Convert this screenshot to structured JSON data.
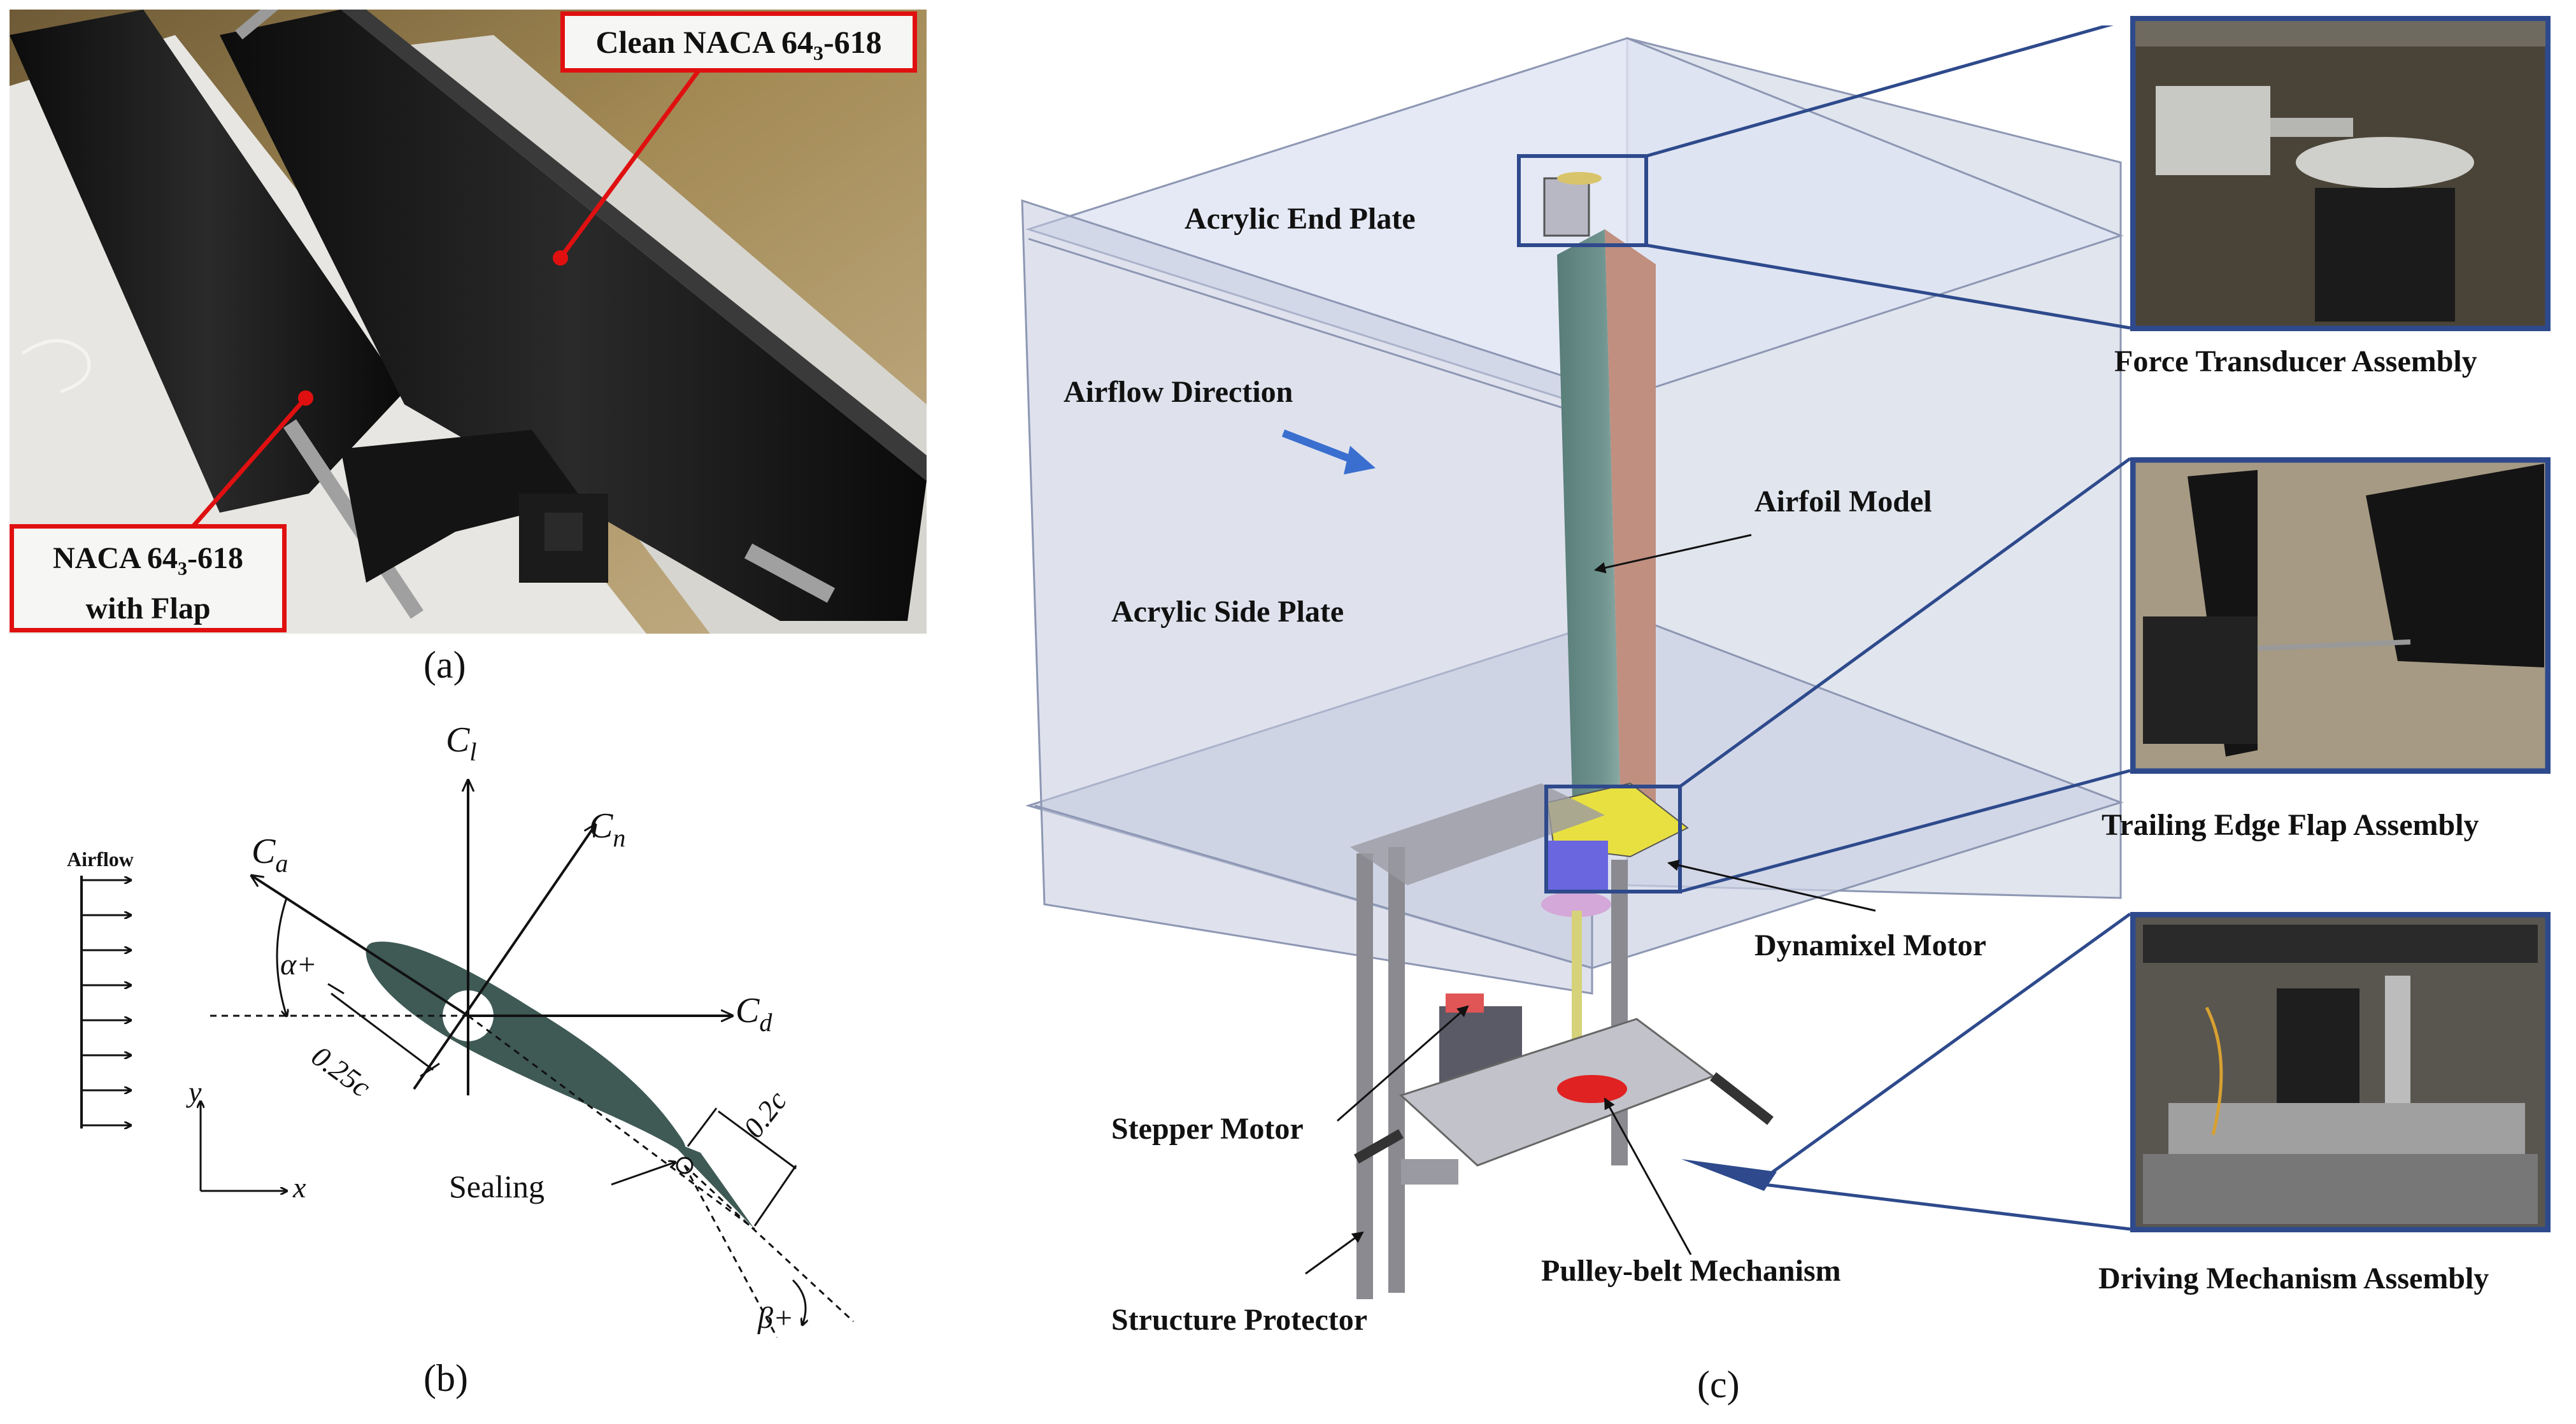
{
  "panel_a": {
    "label_clean": "Clean NACA 64",
    "label_clean_sub": "3",
    "label_clean_suffix": "-618",
    "label_flap_line1": "NACA 64",
    "label_flap_sub": "3",
    "label_flap_suffix": "-618",
    "label_flap_line2": "with Flap",
    "caption": "(a)"
  },
  "panel_b": {
    "airflow": "Airflow",
    "cl": "C",
    "cl_sub": "l",
    "cn": "C",
    "cn_sub": "n",
    "ca": "C",
    "ca_sub": "a",
    "cd": "C",
    "cd_sub": "d",
    "alpha": "α+",
    "beta": "β+",
    "quarter_chord": "0.25c",
    "flap_chord": "0.2c",
    "sealing": "Sealing",
    "axis_x": "x",
    "axis_y": "y",
    "caption": "(b)"
  },
  "panel_c": {
    "end_plate": "Acrylic End Plate",
    "airflow_direction": "Airflow Direction",
    "airfoil_model": "Airfoil Model",
    "side_plate": "Acrylic Side Plate",
    "dynamixel": "Dynamixel Motor",
    "stepper": "Stepper Motor",
    "pulley": "Pulley-belt Mechanism",
    "protector": "Structure Protector",
    "caption": "(c)",
    "inset_force": "Force Transducer Assembly",
    "inset_flap": "Trailing Edge Flap Assembly",
    "inset_drive": "Driving Mechanism Assembly"
  },
  "colors": {
    "callout_red": "#e01010",
    "inset_blue": "#2e4a8c",
    "airfoil_fill": "#3f5a55",
    "arrow_blue": "#3a6fd0"
  }
}
